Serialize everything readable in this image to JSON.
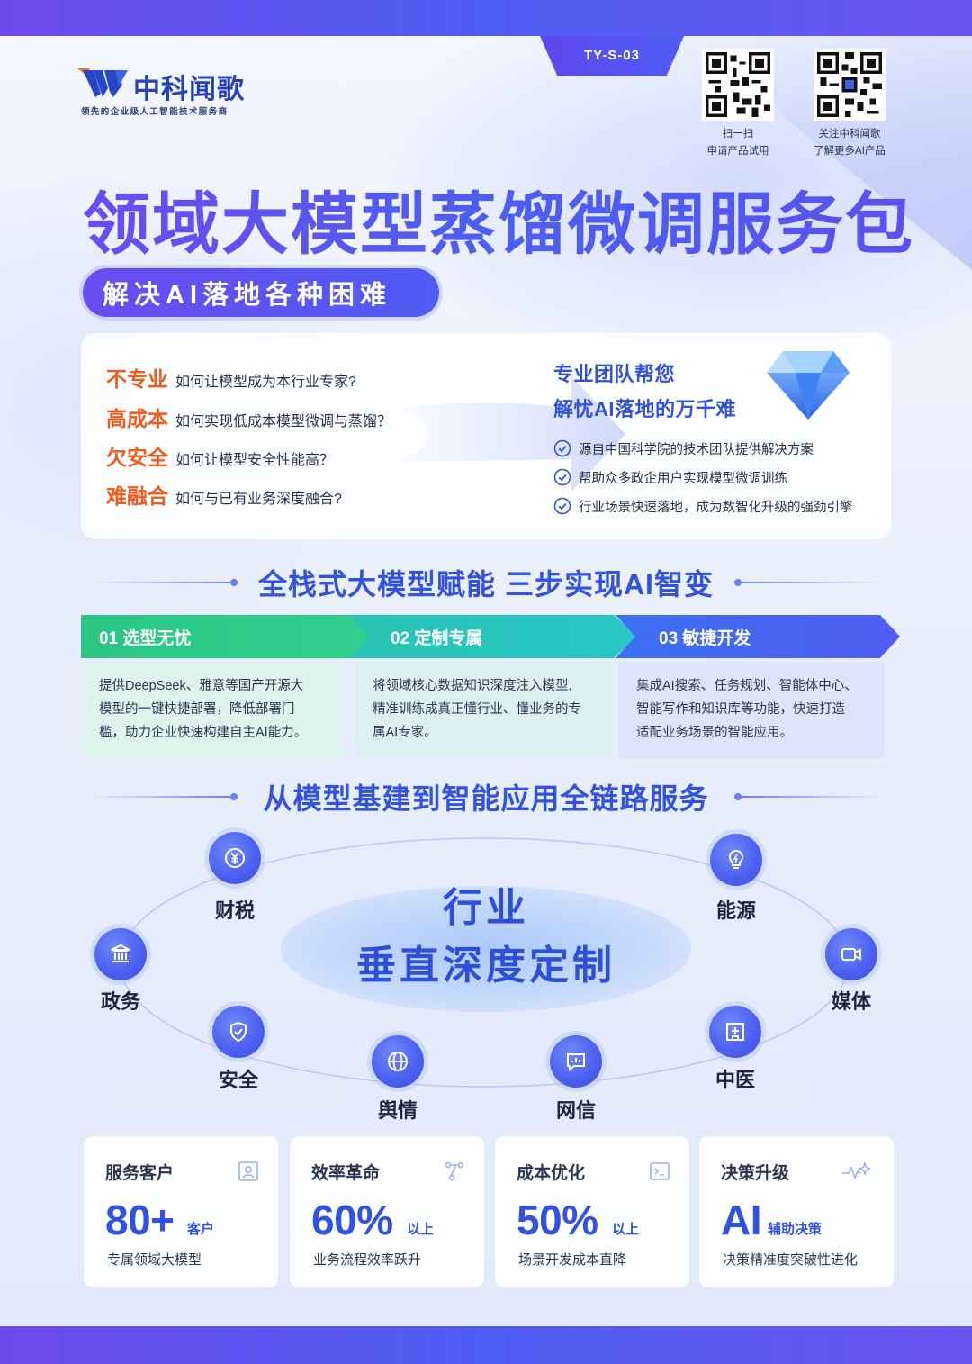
{
  "brand": {
    "name": "中科闻歌",
    "tagline": "领先的企业级人工智能技术服务商",
    "code": "TY-S-03",
    "accent": "#4e5df3",
    "orange": "#ef5a1f"
  },
  "qr": [
    {
      "caption_l1": "扫一扫",
      "caption_l2": "申请产品试用"
    },
    {
      "caption_l1": "关注中科闻歌",
      "caption_l2": "了解更多AI产品"
    }
  ],
  "title": "领域大模型蒸馏微调服务包",
  "subtitle": "解决AI落地各种困难",
  "problems": [
    {
      "key": "不专业",
      "text": "如何让模型成为本行业专家?"
    },
    {
      "key": "高成本",
      "text": "如何实现低成本模型微调与蒸馏？"
    },
    {
      "key": "欠安全",
      "text": "如何让模型安全性能高？"
    },
    {
      "key": "难融合",
      "text": "如何与已有业务深度融合?"
    }
  ],
  "solution": {
    "title_l1": "专业团队帮您",
    "title_l2": "解忧AI落地的万千难",
    "points": [
      "源自中国科学院的技术团队提供解决方案",
      "帮助众多政企用户实现模型微调训练",
      "行业场景快速落地，成为数智化升级的强劲引擎"
    ]
  },
  "section1": {
    "title": "全栈式大模型赋能  三步实现AI智变"
  },
  "steps": [
    {
      "label": "01  选型无忧",
      "desc_l1": "提供DeepSeek、雅意等国产开源大",
      "desc_l2": "模型的一键快捷部署，降低部署门",
      "desc_l3": "槛，助力企业快速构建自主AI能力。"
    },
    {
      "label": "02  定制专属",
      "desc_l1": "将领域核心数据知识深度注入模型,",
      "desc_l2": "精准训练成真正懂行业、懂业务的专",
      "desc_l3": "属AI专家。"
    },
    {
      "label": "03  敏捷开发",
      "desc_l1": "集成AI搜索、任务规划、智能体中心、",
      "desc_l2": "智能写作和知识库等功能，快速打造",
      "desc_l3": "适配业务场景的智能应用。"
    }
  ],
  "section2": {
    "title": "从模型基建到智能应用全链路服务"
  },
  "center": {
    "line1": "行业",
    "line2": "垂直深度定制"
  },
  "industries": [
    {
      "label": "财税",
      "icon": "yuan-icon"
    },
    {
      "label": "能源",
      "icon": "bulb-icon"
    },
    {
      "label": "政务",
      "icon": "government-icon"
    },
    {
      "label": "媒体",
      "icon": "video-icon"
    },
    {
      "label": "安全",
      "icon": "shield-icon"
    },
    {
      "label": "中医",
      "icon": "hospital-icon"
    },
    {
      "label": "舆情",
      "icon": "globe-icon"
    },
    {
      "label": "网信",
      "icon": "chart-icon"
    }
  ],
  "stats": [
    {
      "title": "服务客户",
      "value": "80+",
      "unit": "客户",
      "desc": "专属领域大模型",
      "icon": "user-card-icon"
    },
    {
      "title": "效率革命",
      "value": "60%",
      "unit": "以上",
      "desc": "业务流程效率跃升",
      "icon": "flow-icon"
    },
    {
      "title": "成本优化",
      "value": "50%",
      "unit": "以上",
      "desc": "场景开发成本直降",
      "icon": "terminal-icon"
    },
    {
      "title": "决策升级",
      "value": "AI",
      "unit": "辅助决策",
      "desc": "决策精准度突破性进化",
      "icon": "sparkle-pulse-icon"
    }
  ]
}
